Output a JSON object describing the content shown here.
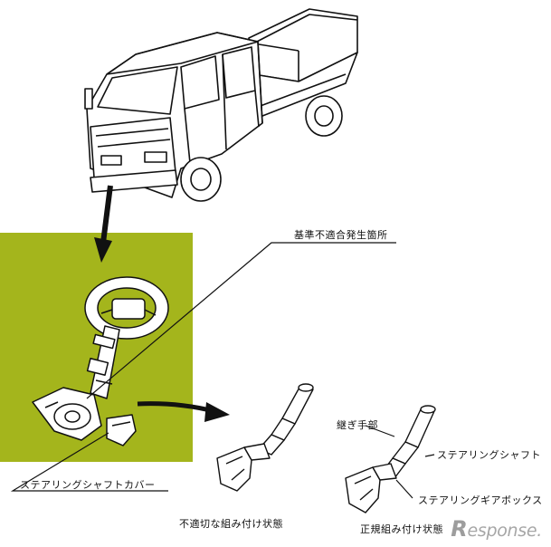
{
  "labels": {
    "defect_location": "基準不適合発生箇所",
    "steering_shaft_cover": "ステアリングシャフトカバー",
    "improper_assembly": "不適切な組み付け状態",
    "joint": "継ぎ手部",
    "steering_shaft": "ステアリングシャフト",
    "steering_gearbox": "ステアリングギアボックス",
    "proper_assembly": "正規組み付け状態"
  },
  "watermark": {
    "mark": "R",
    "text": "esponse."
  },
  "colors": {
    "highlight": "#a4b51c",
    "line": "#111111",
    "background": "#ffffff"
  }
}
